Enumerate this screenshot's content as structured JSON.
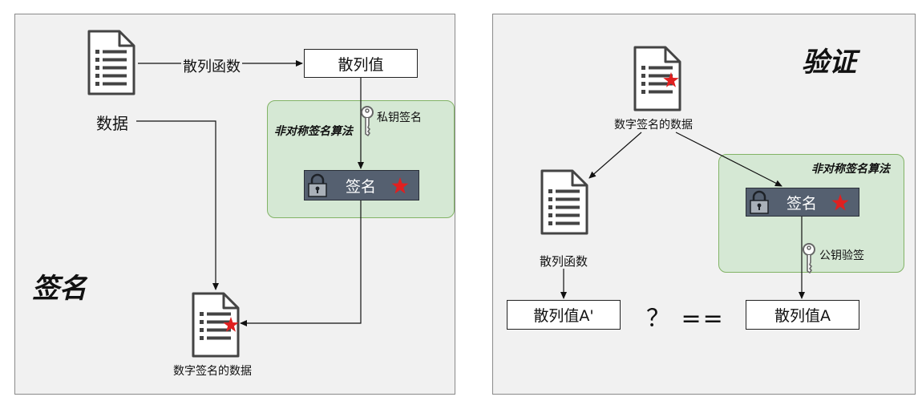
{
  "sign_panel": {
    "title": "签名",
    "data_label": "数据",
    "hash_func_label": "散列函数",
    "hash_value_box": "散列值",
    "private_key_label": "私钥签名",
    "algo_label": "非对称签名算法",
    "signature_box": "签名",
    "signed_data_label": "数字签名的数据"
  },
  "verify_panel": {
    "title": "验证",
    "signed_data_label": "数字签名的数据",
    "algo_label": "非对称签名算法",
    "signature_box": "签名",
    "public_key_label": "公钥验签",
    "hash_func_label": "散列函数",
    "hash_a_prime_box": "散列值A'",
    "compare_text": "？ ==",
    "hash_a_box": "散列值A"
  },
  "colors": {
    "panel_bg": "#f1f1f1",
    "green_bg": "#d5e8d4",
    "green_border": "#82b366",
    "signature_bg": "#556070",
    "star": "#e02020"
  },
  "icons": [
    "document-icon",
    "key-icon",
    "lock-icon",
    "star-icon"
  ]
}
